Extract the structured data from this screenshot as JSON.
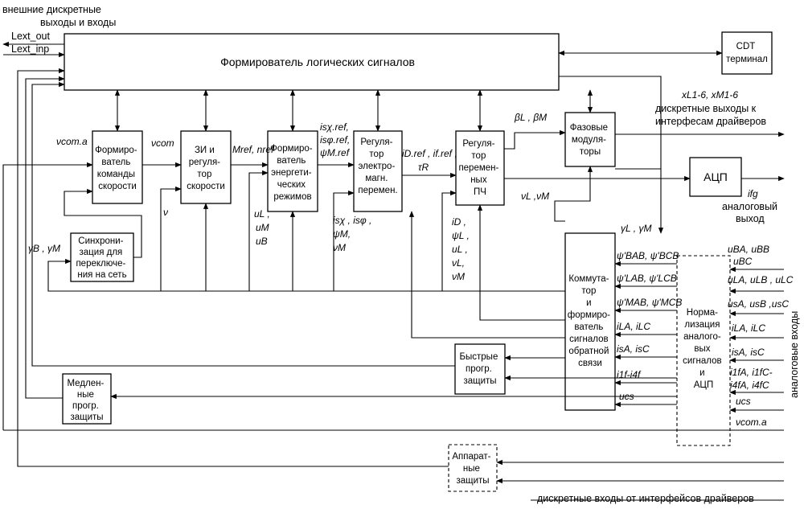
{
  "external": {
    "title1": "внешние дискретные",
    "title2": "выходы и входы",
    "lext_out": "Lext_out",
    "lext_inp": "Lext_inp"
  },
  "blocks": {
    "logic": "Формирователь логических  сигналов",
    "cdt": [
      "CDT",
      "терминал"
    ],
    "speed_cmd": [
      "Формиро-",
      "ватель",
      "команды",
      "скорости"
    ],
    "zi": [
      "ЗИ и",
      "регуля-",
      "тор",
      "скорости"
    ],
    "energy": [
      "Формиро-",
      "ватель",
      "энергети-",
      "ческих",
      "режимов"
    ],
    "emag": [
      "Регуля-",
      "тор",
      "электро-",
      "магн.",
      "перемен."
    ],
    "pch": [
      "Регуля-",
      "тор",
      "перемен-",
      "ных",
      "ПЧ"
    ],
    "phase": [
      "Фазовые",
      "модуля-",
      "торы"
    ],
    "adc": "АЦП",
    "sync": [
      "Синхрони-",
      "зация для",
      "переключе-",
      "ния на сеть"
    ],
    "commutator": [
      "Коммута-",
      "тор",
      "и",
      "формиро-",
      "ватель",
      "сигналов",
      "обратной",
      "связи"
    ],
    "norm": [
      "Норма-",
      "лизация",
      "аналого-",
      "вых",
      "сигналов",
      "и",
      "АЦП"
    ],
    "fast": [
      "Быстрые",
      "прогр.",
      "защиты"
    ],
    "slow": [
      "Медлен-",
      "ные",
      "прогр.",
      "защиты"
    ],
    "hw": [
      "Аппарат-",
      "ные",
      "защиты"
    ]
  },
  "signals": {
    "vcom_a": "νcom.a",
    "vcom": "νcom",
    "mref": "Mref, nref",
    "isx_ref": "isχ.ref,",
    "isf_ref": "isφ.ref,",
    "psim_ref": "ψM.ref",
    "id_ref": "iD.ref , if.ref ,",
    "tau_r": "τR",
    "beta": "βL , βM",
    "xl": "xL1-6, xM1-6",
    "disc_out1": "дискретные выходы  к",
    "disc_out2": "интерфесам драйверов",
    "ifg": "ifg",
    "analog_out1": "аналоговый",
    "analog_out2": "выход",
    "v": "ν",
    "ul": "uL ,",
    "um": "uM",
    "ub": "uB",
    "isx": "isχ , isφ ,",
    "psim": "ψM,",
    "vm": "νM",
    "id": "iD ,",
    "psil": "ψL ,",
    "ul2": "uL ,",
    "vl": "νL,",
    "vm2": "νM",
    "vlvm": "νL ,νM",
    "gamma_lm": "γL , γM",
    "gamma_bm": "γB , γM",
    "psi_ab": "ψ'BAB, ψ'BCB",
    "psi_lab": "ψ'LAB, ψ'LCB",
    "psi_mab": "ψ'MAB, ψ'MCB",
    "ila_ilc": "iLA, iLC",
    "isa_isc": "isA, isC",
    "i1f": "i1f-i4f",
    "ucs": "ucs",
    "in_uba": "uBA, uBB",
    "in_ubc": "uBC",
    "in_ula": "uLA, uLB , uLC",
    "in_usa": "usA, usB ,usC",
    "in_ila": "iLA, iLC",
    "in_isa": "isA, isC",
    "in_i1fa": "i1fA, i1fC-",
    "in_i4fa": "i4fA, i4fC",
    "in_ucs": "ucs",
    "in_vcom": "νcom.a",
    "analog_inputs": "аналоговые входы",
    "disc_in": "дискретные входы от интерфейсов драйверов"
  }
}
